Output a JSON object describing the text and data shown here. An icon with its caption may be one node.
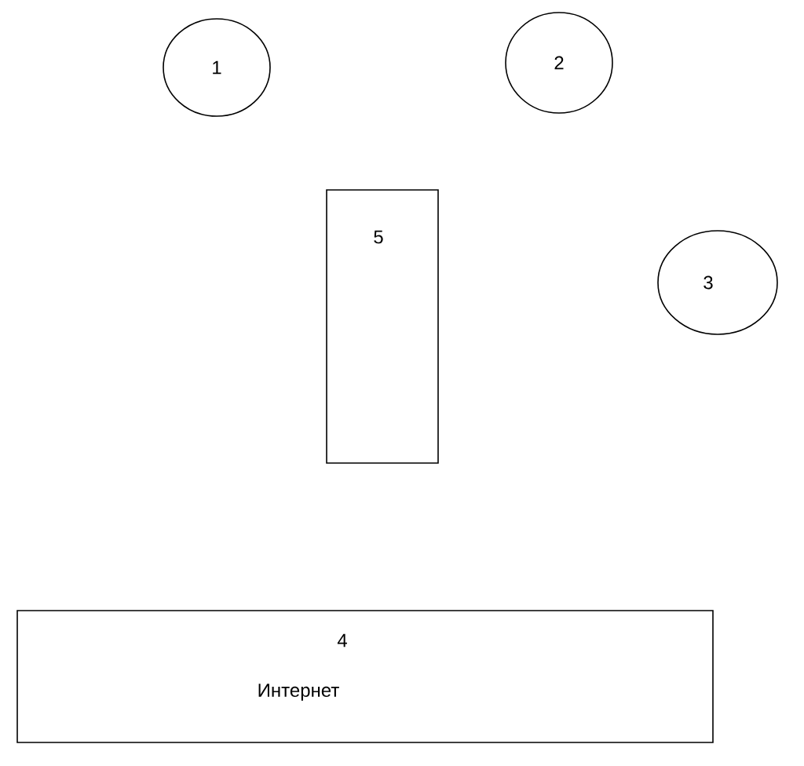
{
  "diagram": {
    "nodes": [
      {
        "text": [
          "1"
        ]
      },
      {
        "text": [
          "2"
        ]
      },
      {
        "text": [
          "5"
        ]
      },
      {
        "text": [
          "3"
        ]
      },
      {
        "text": [
          "4",
          "Интернет"
        ]
      }
    ]
  }
}
